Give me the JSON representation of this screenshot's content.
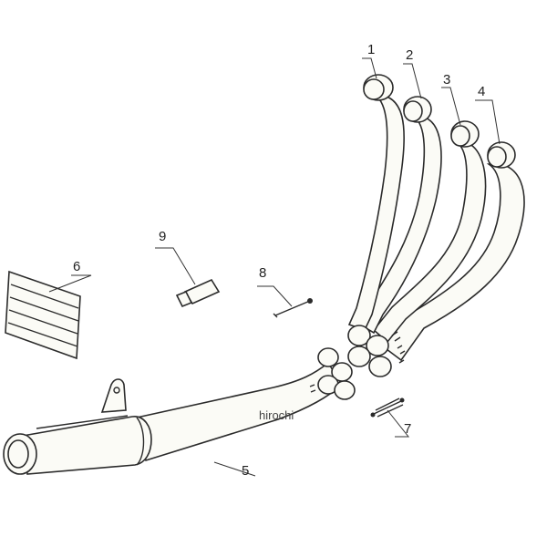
{
  "parts": [
    {
      "id": "1",
      "name": "header-pipe-1"
    },
    {
      "id": "2",
      "name": "header-pipe-2"
    },
    {
      "id": "3",
      "name": "header-pipe-3"
    },
    {
      "id": "4",
      "name": "header-pipe-4"
    },
    {
      "id": "5",
      "name": "muffler-assembly"
    },
    {
      "id": "6",
      "name": "heat-shield-sticker"
    },
    {
      "id": "7",
      "name": "spring"
    },
    {
      "id": "8",
      "name": "spring-hook-tool"
    },
    {
      "id": "9",
      "name": "grease-tube"
    }
  ],
  "watermark": "hirochi"
}
